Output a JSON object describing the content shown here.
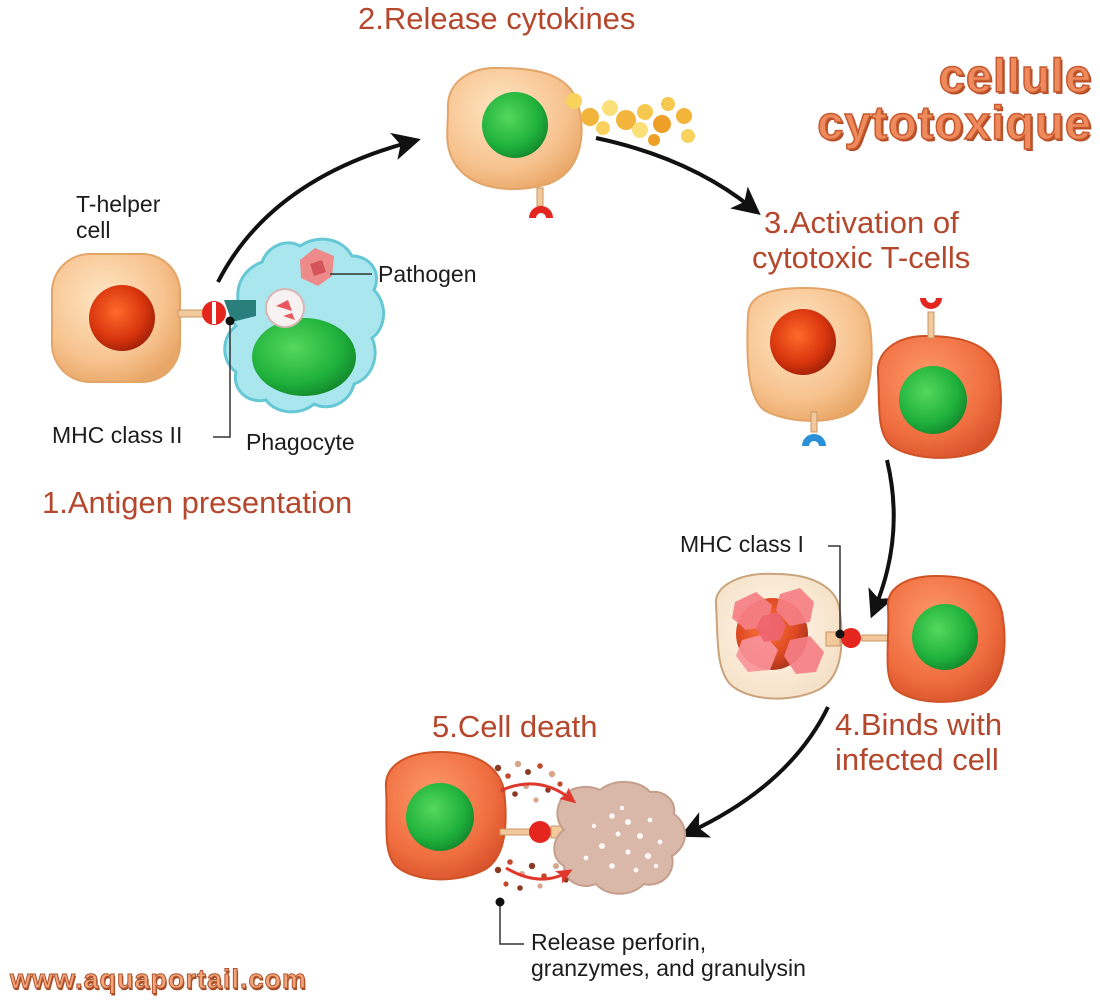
{
  "title": {
    "line1": "cellule",
    "line2": "cytotoxique"
  },
  "steps": {
    "antigen_presentation": "1.Antigen presentation",
    "release_cytokines": "2.Release cytokines",
    "activation_line1": "3.Activation of",
    "activation_line2": "cytotoxic T-cells",
    "binds_line1": "4.Binds with",
    "binds_line2": "infected cell",
    "cell_death": "5.Cell death"
  },
  "labels": {
    "t_helper_line1": "T-helper",
    "t_helper_line2": "cell",
    "pathogen": "Pathogen",
    "mhc_class_2": "MHC class II",
    "phagocyte": "Phagocyte",
    "mhc_class_1": "MHC class I",
    "release_line1": "Release perforin,",
    "release_line2": "granzymes, and granulysin"
  },
  "footer": {
    "website": "www.aquaportail.com"
  },
  "colors": {
    "step_text": "#b4472c",
    "brand_text": "#ee8a5b",
    "helper_cell": "#f7c28e",
    "cytotoxic_cell": "#ef6d3f",
    "nucleus_green": "#1fb13c",
    "nucleus_red": "#d8350d",
    "phagocyte": "#a9e6ee",
    "dying_cell": "#d9b8a9"
  }
}
